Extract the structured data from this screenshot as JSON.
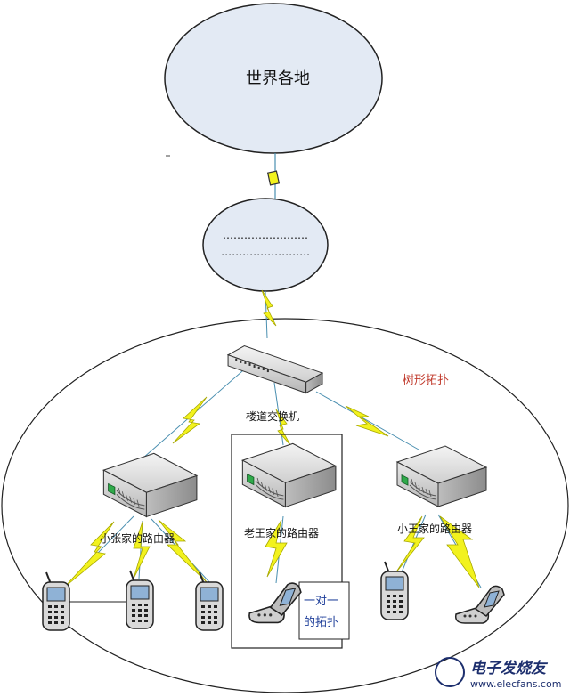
{
  "nodes": {
    "world": "世界各地",
    "isp_line1": "……………………",
    "isp_line2": "……………………."
  },
  "labels": {
    "building_switch": "楼道交换机",
    "topology_type": "树形拓扑",
    "router_a": "小张家的路由器",
    "router_b": "老王家的路由器",
    "router_c": "小王家的路由器",
    "one_to_one_line1": "一对一",
    "one_to_one_line2": "的拓扑"
  },
  "watermark": {
    "brand": "电子发烧友",
    "url": "www.elecfans.com"
  },
  "colors": {
    "cloud_fill": "#e3eaf4",
    "lightning": "#f2f21e",
    "link": "#4a8fb0",
    "red_text": "#c0392b",
    "blue_text": "#1f3f9a"
  }
}
